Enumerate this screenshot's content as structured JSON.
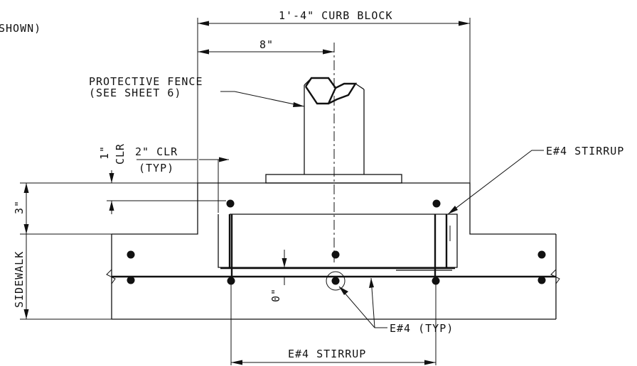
{
  "labels": {
    "shown_note": "SHOWN)",
    "curb_block": "1'-4\" CURB BLOCK",
    "eight_inch": "8\"",
    "fence_line1": "PROTECTIVE FENCE",
    "fence_line2": "(SEE SHEET 6)",
    "one_inch": "1\"",
    "clr_vertical": "CLR",
    "two_inch_clr": "2\" CLR",
    "typ": "(TYP)",
    "three_inch": "3\"",
    "sidewalk": "SIDEWALK",
    "zero_inch": "0\"",
    "stirrup_top": "E#4 STIRRUP",
    "bar_typ": "E#4 (TYP)",
    "stirrup_bottom": "E#4 STIRRUP"
  }
}
